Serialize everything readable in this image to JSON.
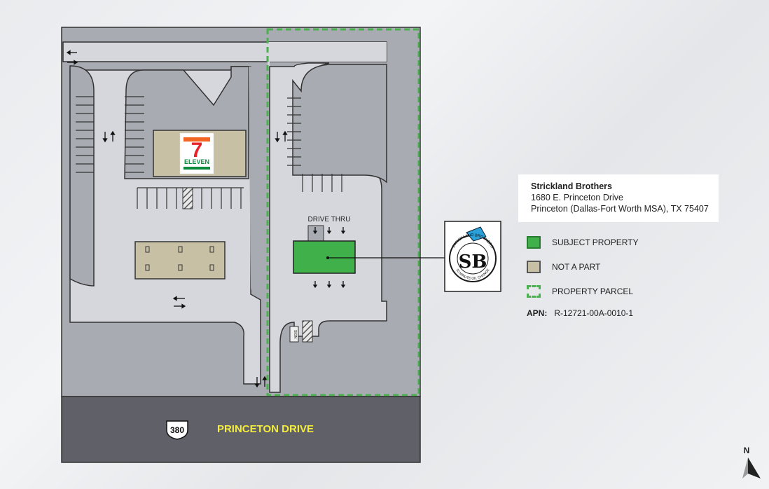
{
  "map": {
    "road_name": "PRINCETON DRIVE",
    "highway_shield": "380",
    "drive_thru_label": "DRIVE THRU",
    "anchor_brand_top": "7",
    "anchor_brand_text": "ELEVEN",
    "vertical_label": "SIGN",
    "logo_initials": "SB",
    "logo_ring_top": "STRICKLAND BROTHERS",
    "logo_ring_bottom": "10 MINUTE OIL CHANGE"
  },
  "info": {
    "name": "Strickland Brothers",
    "address": "1680 E. Princeton Drive",
    "city": "Princeton (Dallas-Fort Worth MSA), TX 75407"
  },
  "legend": {
    "subject": "SUBJECT PROPERTY",
    "not_a_part": "NOT A PART",
    "parcel": "PROPERTY PARCEL",
    "apn_label": "APN:",
    "apn_value": "R-12721-00A-0010-1"
  },
  "north_label": "N",
  "colors": {
    "subject": "#3fb04a",
    "not_a_part": "#c7c0a4",
    "parcel_outline": "#4caf50",
    "road": "#5f6068",
    "road_text": "#f4ec3c",
    "pavement": "#a9abb2",
    "lot": "#d5d7dc"
  }
}
